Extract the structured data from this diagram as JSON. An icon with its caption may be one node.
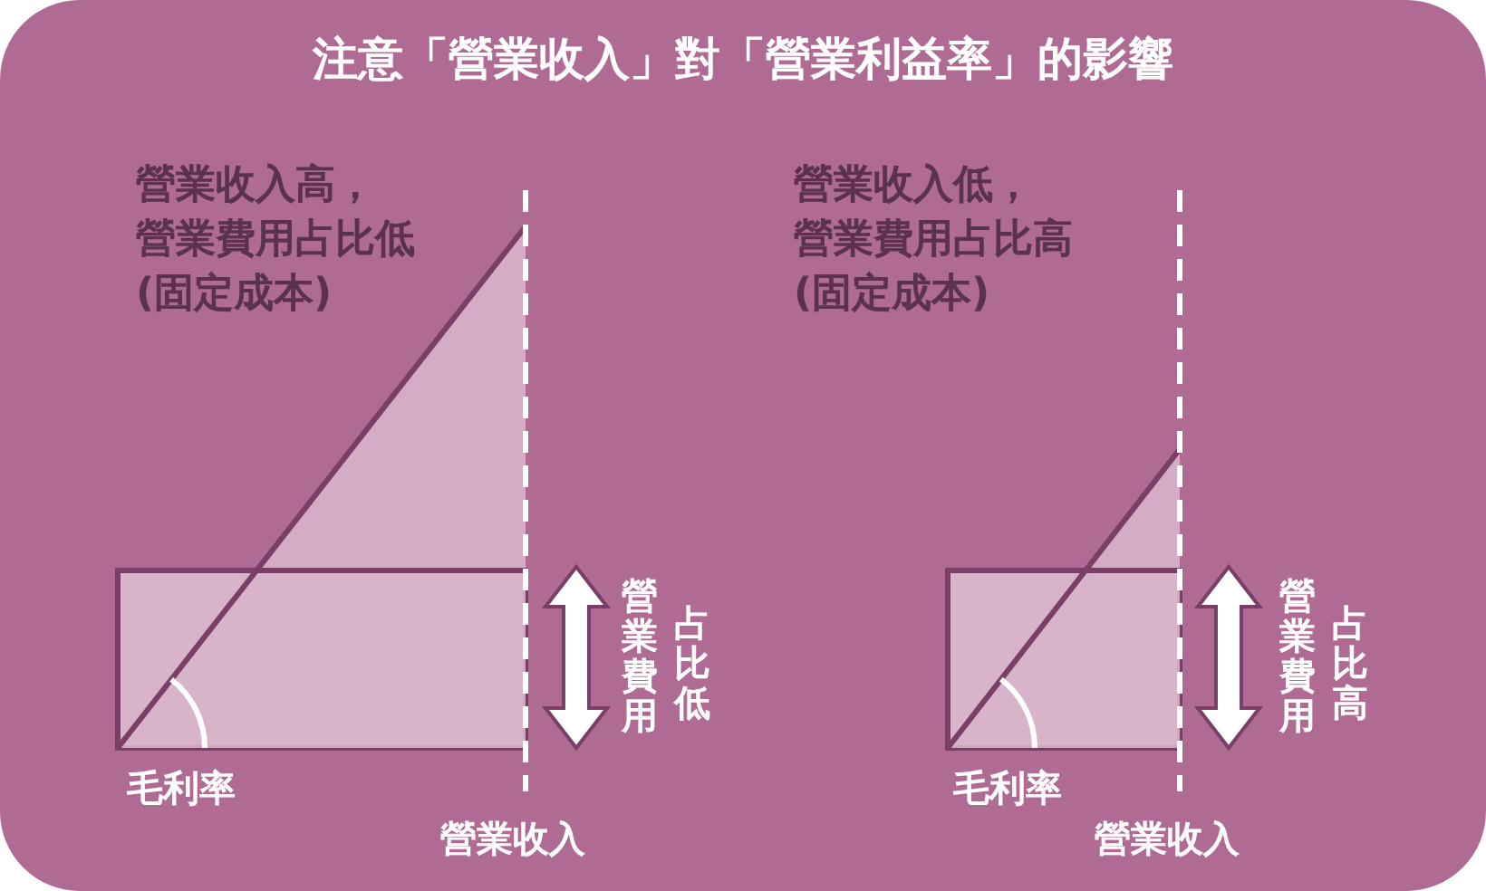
{
  "diagram": {
    "title": "注意「營業收入」對「營業利益率」的影響",
    "labels": [
      "營業收入高，營業費用占比低(固定成本)",
      "營業費用",
      "占比低",
      "毛利率",
      "營業收入",
      "營業收入低，營業費用占比高(固定成本)",
      "營業費用",
      "占比高",
      "毛利率",
      "營業收入"
    ]
  }
}
